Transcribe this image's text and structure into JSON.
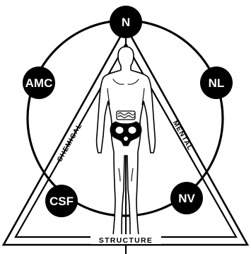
{
  "nodes": {
    "top": "N",
    "upper_left": "AMC",
    "upper_right": "NL",
    "lower_left": "CSF",
    "lower_right": "NV"
  },
  "triangle": {
    "left_side": "CHEMICAL",
    "right_side": "MENTAL",
    "base": "STRUCTURE"
  },
  "colors": {
    "ink": "#000000",
    "paper": "#ffffff"
  }
}
